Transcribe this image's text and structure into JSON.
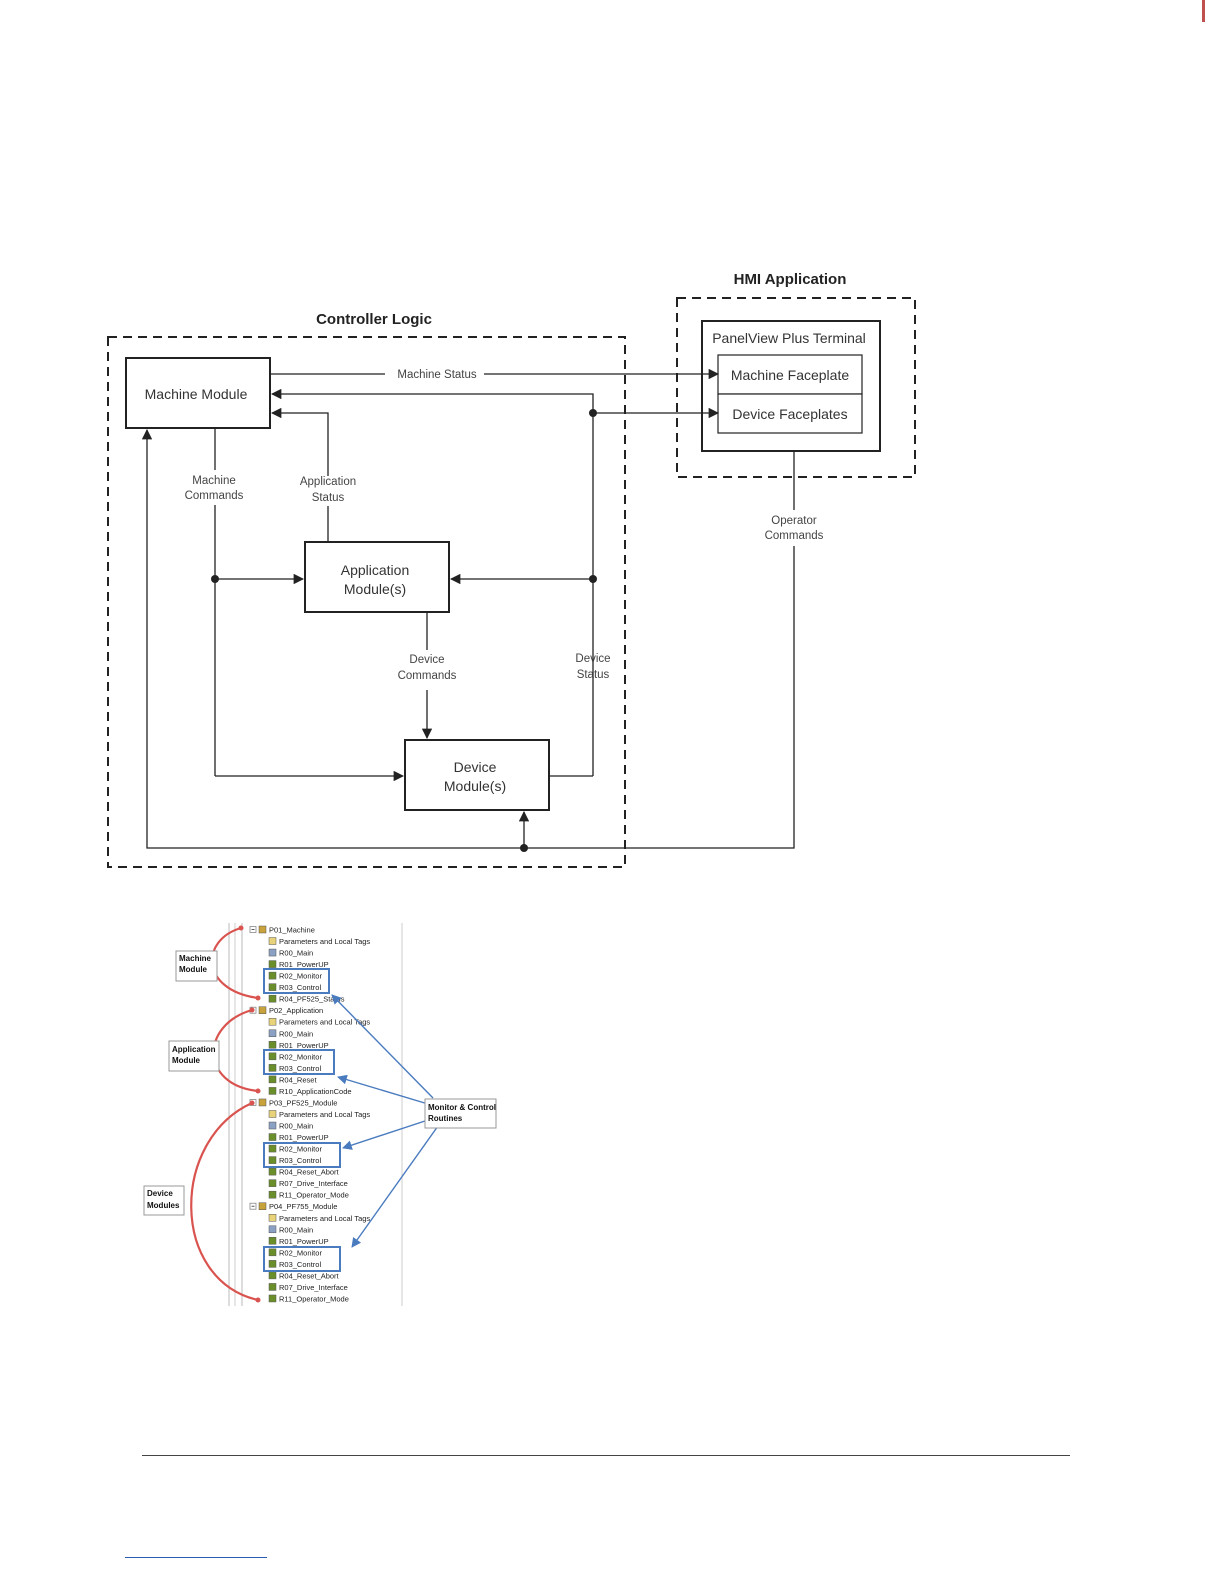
{
  "diagram": {
    "controller_title": "Controller Logic",
    "hmi_title": "HMI Application",
    "machine_module": "Machine Module",
    "application_module": [
      "Application",
      "Module(s)"
    ],
    "device_module": [
      "Device",
      "Module(s)"
    ],
    "panelview": "PanelView Plus Terminal",
    "machine_faceplate": "Machine Faceplate",
    "device_faceplates": "Device Faceplates",
    "labels": {
      "machine_status": "Machine Status",
      "machine_commands": [
        "Machine",
        "Commands"
      ],
      "application_status": [
        "Application",
        "Status"
      ],
      "device_commands": [
        "Device",
        "Commands"
      ],
      "device_status": [
        "Device",
        "Status"
      ],
      "operator_commands": [
        "Operator",
        "Commands"
      ]
    }
  },
  "tree": {
    "items": [
      {
        "label": "P01_Machine",
        "level": 0,
        "icon": "program-folder-icon"
      },
      {
        "label": "Parameters and Local Tags",
        "level": 1,
        "icon": "tag-icon"
      },
      {
        "label": "R00_Main",
        "level": 1,
        "icon": "main-routine-icon"
      },
      {
        "label": "R01_PowerUP",
        "level": 1,
        "icon": "routine-icon"
      },
      {
        "label": "R02_Monitor",
        "level": 1,
        "icon": "routine-icon"
      },
      {
        "label": "R03_Control",
        "level": 1,
        "icon": "routine-icon"
      },
      {
        "label": "R04_PF525_Status",
        "level": 1,
        "icon": "routine-icon"
      },
      {
        "label": "P02_Application",
        "level": 0,
        "icon": "program-folder-icon"
      },
      {
        "label": "Parameters and Local Tags",
        "level": 1,
        "icon": "tag-icon"
      },
      {
        "label": "R00_Main",
        "level": 1,
        "icon": "main-routine-icon"
      },
      {
        "label": "R01_PowerUP",
        "level": 1,
        "icon": "routine-icon"
      },
      {
        "label": "R02_Monitor",
        "level": 1,
        "icon": "routine-icon"
      },
      {
        "label": "R03_Control",
        "level": 1,
        "icon": "routine-icon"
      },
      {
        "label": "R04_Reset",
        "level": 1,
        "icon": "routine-icon"
      },
      {
        "label": "R10_ApplicationCode",
        "level": 1,
        "icon": "routine-icon"
      },
      {
        "label": "P03_PF525_Module",
        "level": 0,
        "icon": "program-folder-icon"
      },
      {
        "label": "Parameters and Local Tags",
        "level": 1,
        "icon": "tag-icon"
      },
      {
        "label": "R00_Main",
        "level": 1,
        "icon": "main-routine-icon"
      },
      {
        "label": "R01_PowerUP",
        "level": 1,
        "icon": "routine-icon"
      },
      {
        "label": "R02_Monitor",
        "level": 1,
        "icon": "routine-icon"
      },
      {
        "label": "R03_Control",
        "level": 1,
        "icon": "routine-icon"
      },
      {
        "label": "R04_Reset_Abort",
        "level": 1,
        "icon": "routine-icon"
      },
      {
        "label": "R07_Drive_Interface",
        "level": 1,
        "icon": "routine-icon"
      },
      {
        "label": "R11_Operator_Mode",
        "level": 1,
        "icon": "routine-icon"
      },
      {
        "label": "P04_PF755_Module",
        "level": 0,
        "icon": "program-folder-icon"
      },
      {
        "label": "Parameters and Local Tags",
        "level": 1,
        "icon": "tag-icon"
      },
      {
        "label": "R00_Main",
        "level": 1,
        "icon": "main-routine-icon"
      },
      {
        "label": "R01_PowerUP",
        "level": 1,
        "icon": "routine-icon"
      },
      {
        "label": "R02_Monitor",
        "level": 1,
        "icon": "routine-icon"
      },
      {
        "label": "R03_Control",
        "level": 1,
        "icon": "routine-icon"
      },
      {
        "label": "R04_Reset_Abort",
        "level": 1,
        "icon": "routine-icon"
      },
      {
        "label": "R07_Drive_Interface",
        "level": 1,
        "icon": "routine-icon"
      },
      {
        "label": "R11_Operator_Mode",
        "level": 1,
        "icon": "routine-icon"
      }
    ]
  },
  "callouts": {
    "machine": [
      "Machine",
      "Module"
    ],
    "application": [
      "Application",
      "Module"
    ],
    "device": [
      "Device",
      "Modules"
    ],
    "monitor_control": [
      "Monitor & Control",
      "Routines"
    ]
  },
  "colors": {
    "bracket": "#d9534f",
    "highlight": "#4a7bbf",
    "line": "#222222"
  }
}
